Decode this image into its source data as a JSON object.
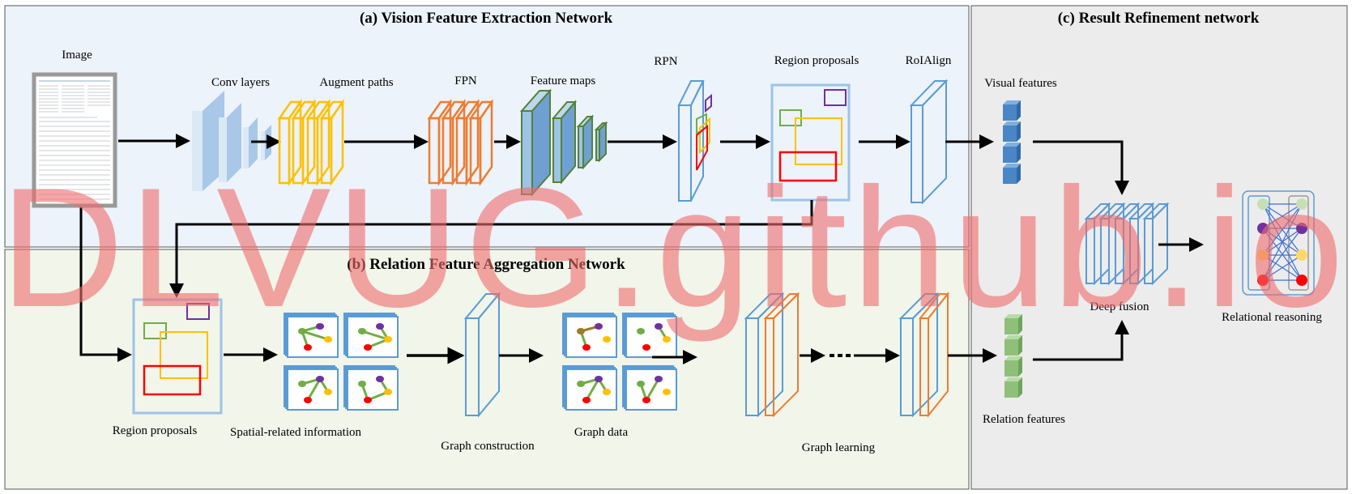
{
  "panels": {
    "a": {
      "title": "(a)  Vision Feature Extraction Network",
      "bg": "#ecf3fa"
    },
    "b": {
      "title": "(b)  Relation Feature Aggregation Network",
      "bg": "#f1f5ea"
    },
    "c": {
      "title": "(c) Result Refinement network",
      "bg": "#ececec"
    }
  },
  "labels": {
    "image": "Image",
    "conv_layers": "Conv layers",
    "augment_paths": "Augment paths",
    "fpn": "FPN",
    "feature_maps": "Feature maps",
    "rpn": "RPN",
    "region_proposals_a": "Region proposals",
    "roialign": "RoIAlign",
    "visual_features": "Visual features",
    "region_proposals_b": "Region proposals",
    "spatial_info": "Spatial-related information",
    "graph_construction": "Graph construction",
    "graph_data": "Graph data",
    "graph_learning": "Graph learning",
    "relation_features": "Relation features",
    "deep_fusion": "Deep fusion",
    "relational_reasoning": "Relational reasoning"
  },
  "colors": {
    "blue": "#5b9bd5",
    "light_blue": "#9dc3e6",
    "yellow": "#ffc000",
    "orange": "#ed7d31",
    "green": "#70ad47",
    "feat_blue": "#4a86c5",
    "feat_green": "#8ec07a",
    "red": "#ff0000",
    "purple": "#7030a0",
    "node_green": "#c6e0b4",
    "node_yellow": "#ffd966"
  },
  "watermark": "DLVUG.github.io"
}
